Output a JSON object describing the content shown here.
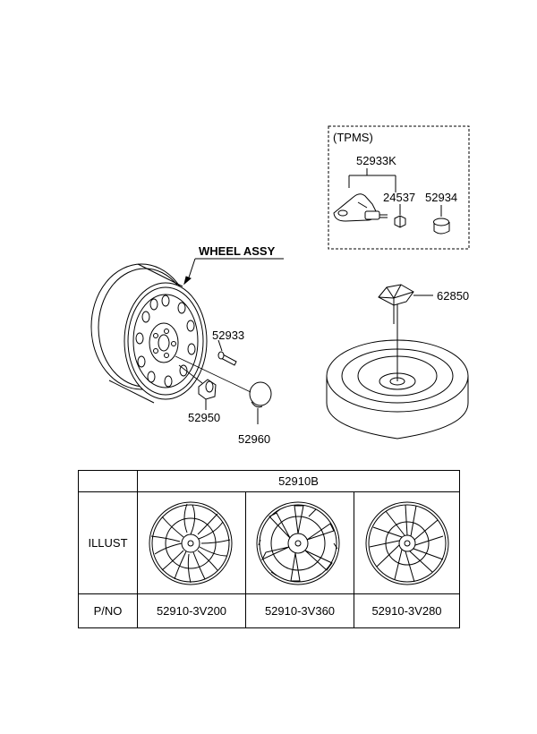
{
  "tpms": {
    "title": "(TPMS)",
    "part_sensor_assy": "52933K",
    "part_nut": "24537",
    "part_cap": "52934"
  },
  "wheel": {
    "title": "WHEEL ASSY",
    "part_valve": "52933",
    "part_nut": "52950",
    "part_cap": "52960"
  },
  "spare": {
    "part_holder": "62850"
  },
  "table": {
    "header": "52910B",
    "row_illust": "ILLUST",
    "row_pno": "P/NO",
    "pnos": [
      "52910-3V200",
      "52910-3V360",
      "52910-3V280"
    ]
  }
}
